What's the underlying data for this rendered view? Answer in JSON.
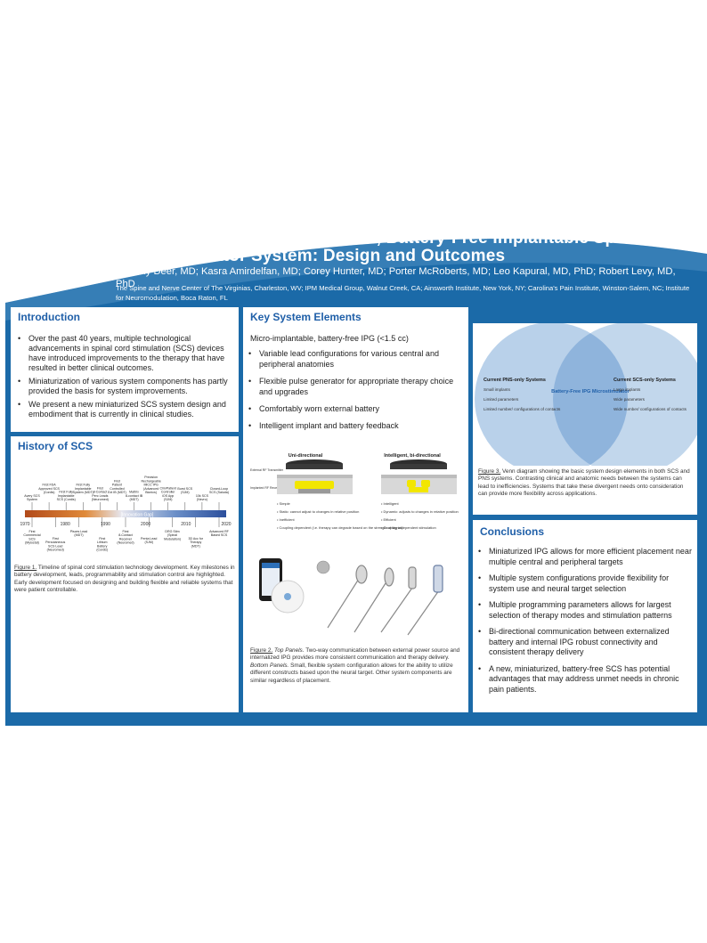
{
  "header": {
    "title": "A Next Generation, Miniaturized, Battery-Free Implantable Spinal Cord Stimulator System: Design and Outcomes",
    "authors": "Timothy Deer, MD; Kasra Amirdelfan, MD; Corey Hunter, MD; Porter McRoberts, MD; Leo Kapural, MD, PhD; Robert Levy, MD, PhD",
    "affiliations": "The Spine and Nerve Center of The Virginias, Charleston, WV; IPM Medical Group, Walnut Creek, CA; Ainsworth Institute, New York, NY; Carolina's Pain Institute, Winston-Salem, NC; Institute for Neuromodulation, Boca Raton, FL"
  },
  "introduction": {
    "heading": "Introduction",
    "items": [
      "Over the past 40 years, multiple technological advancements in spinal cord stimulation (SCS) devices have introduced improvements to the therapy that have resulted in better clinical outcomes.",
      "Miniaturization of various system components has partly provided the basis for system improvements.",
      "We present a new miniaturized SCS system design and embodiment that is currently in clinical studies."
    ]
  },
  "history": {
    "heading": "History of SCS",
    "years": [
      "1970",
      "1980",
      "1990",
      "2000",
      "2010",
      "2020"
    ],
    "gap_label": "[Innovation Gap]",
    "top_events": [
      "Avery SCS System",
      "First FDA Approved SCS (Cordis)",
      "First Fully Implantable SCS (Cordis)",
      "First Fully Implantable System (MDT)",
      "First 8-Contact Perc Leads (Neuromed)",
      "First Patient Controlled Ext IB (MDT)",
      "Mattrix 8-contact IB (MDT)",
      "Precision Rechargeable MICC IPG (Advanced Bionics)",
      "Clin/Patient Controller iOS App (SJM)",
      "Burst SCS (SJM)",
      "10k SCS (Nevro)",
      "Closed-Loop SCS (Saluda)"
    ],
    "bottom_events": [
      "First Commercial SCS (Mylostat)",
      "First Percutaneous SCS Lead (Neuromed)",
      "Pisces Lead (MDT)",
      "First Lithium Battery (Cordis)",
      "First 8-Contact Receiver (Neuromed)",
      "Penta Lead (SJM)",
      "DRG Stim (Spinal Modulation)",
      "3D Acc for Therapy (MDT)",
      "Advanced RF Based SCS"
    ],
    "caption_label": "Figure 1.",
    "caption_text": " Timeline of spinal cord stimulation technology development. Key milestones in battery development, leads, programmability and stimulation control are highlighted. Early development focused on designing and building flexible and reliable systems that were patient controllable."
  },
  "key_elements": {
    "heading": "Key System Elements",
    "lead": "Micro-implantable, battery-free IPG (<1.5 cc)",
    "items": [
      "Variable lead configurations for various central and peripheral anatomies",
      "Flexible pulse generator for appropriate therapy choice and upgrades",
      "Comfortably worn external battery",
      "Intelligent implant and battery feedback"
    ],
    "diagram": {
      "uni_title": "Uni-directional",
      "bi_title": "Intelligent, bi-directional",
      "ext_label": "External RF Transmitter",
      "imp_label": "Implanted RF Receiver or IPG",
      "uni_points": [
        "Simple",
        "Static: cannot adjust to changes in relative position",
        "Inefficient",
        "Coupling dependent (i.e. therapy can degrade based on the strength of signal)"
      ],
      "bi_points": [
        "Intelligent",
        "Dynamic: adjusts to changes in relative position",
        "Efficient",
        "Coupling independent stimulation"
      ]
    },
    "caption_label": "Figure 2.",
    "caption_top": " Top Panels.",
    "caption_text1": " Two-way communication between external power source and internalized IPG provides more consistent communication and therapy delivery. ",
    "caption_bottom": "Bottom Panels.",
    "caption_text2": " Small, flexible system configuration allows for the ability to utilize different constructs based upon the neural target. Other system components are similar regardless of placement."
  },
  "venn": {
    "left_title": "Current PNS-only Systems",
    "left_items": [
      "Small implants",
      "Limited parameters",
      "Limited number/ configurations of contacts"
    ],
    "center": "Battery-Free IPG Microstimulator",
    "right_title": "Current SCS-only Systems",
    "right_items": [
      "Large implants",
      "Wide parameters",
      "Wide number/ configurations of contacts"
    ],
    "caption_label": "Figure 3.",
    "caption_text": " Venn diagram showing the basic system design elements in both SCS and PNS systems. Contrasting clinical and anatomic needs between the systems can lead to inefficiencies. Systems that take these divergent needs onto consideration can provide more flexibility across applications.",
    "colors": {
      "left": "#b9d1ea",
      "right": "#c2d7ec",
      "overlap": "#8fb4dc"
    }
  },
  "conclusions": {
    "heading": "Conclusions",
    "items": [
      "Miniaturized IPG allows for more efficient placement near multiple central and peripheral targets",
      "Multiple system configurations provide flexibility for system use and neural target selection",
      "Multiple programming parameters allows for largest selection of therapy modes and stimulation patterns",
      "Bi-directional communication between externalized battery and internal IPG robust connectivity and consistent therapy delivery",
      "A new, miniaturized, battery-free SCS has potential advantages that may address unmet needs in chronic pain patients."
    ]
  },
  "colors": {
    "brand": "#1b6aa8",
    "heading": "#1f5fa8"
  }
}
